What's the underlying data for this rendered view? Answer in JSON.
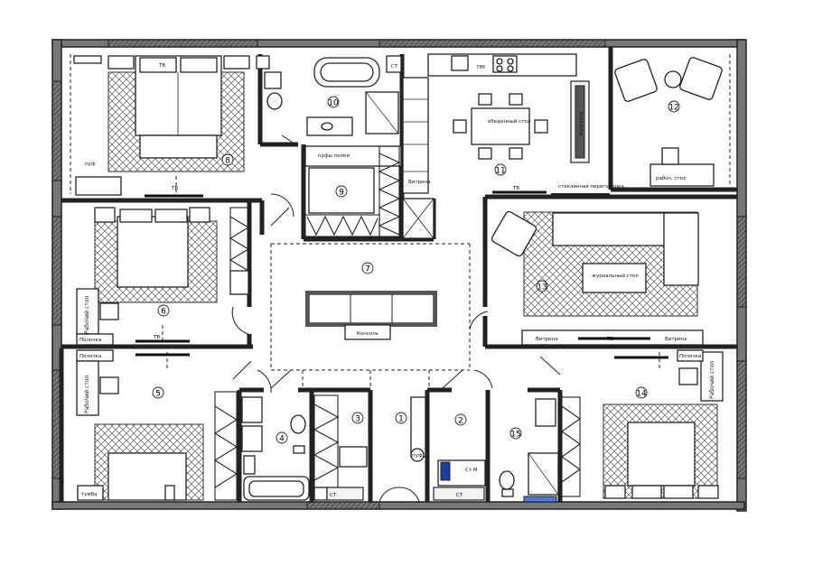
{
  "labels": {
    "tv_8": "ТВ",
    "tv_8b": "ТВ",
    "tv_6": "ТВ",
    "tv_11": "ТВ",
    "tv_13": "ТВ",
    "puf_8": "пуф",
    "puf_1": "пуф",
    "obed": "обеденный\nстол",
    "zhurnal": "журнальный\nстол",
    "rabochiy_12": "рабоч. стол",
    "rabochiy_6": "Рабочий стол",
    "rabochiy_5": "Рабочий стол",
    "rabochiy_14": "Рабочий стол",
    "polochka_6": "Полочка",
    "polochka_5": "Полочка",
    "polochka_14": "Полочка",
    "vitrina_9": "Витрина",
    "vitrina_13a": "Витрина",
    "vitrina_13b": "Витрина",
    "konsol": "Консоль",
    "tumba_1": "тумба",
    "st": "СТ",
    "st2": "СТ",
    "st3": "СТ",
    "stm": "Ст.М.",
    "pm": "ПМ",
    "steklo": "стеклянная\nперегородка",
    "kolonna": "колонна",
    "pufy_polki": "пуфы\nполки"
  },
  "rooms": [
    "1",
    "2",
    "3",
    "4",
    "5",
    "6",
    "7",
    "8",
    "9",
    "10",
    "11",
    "12",
    "13",
    "14",
    "15"
  ]
}
